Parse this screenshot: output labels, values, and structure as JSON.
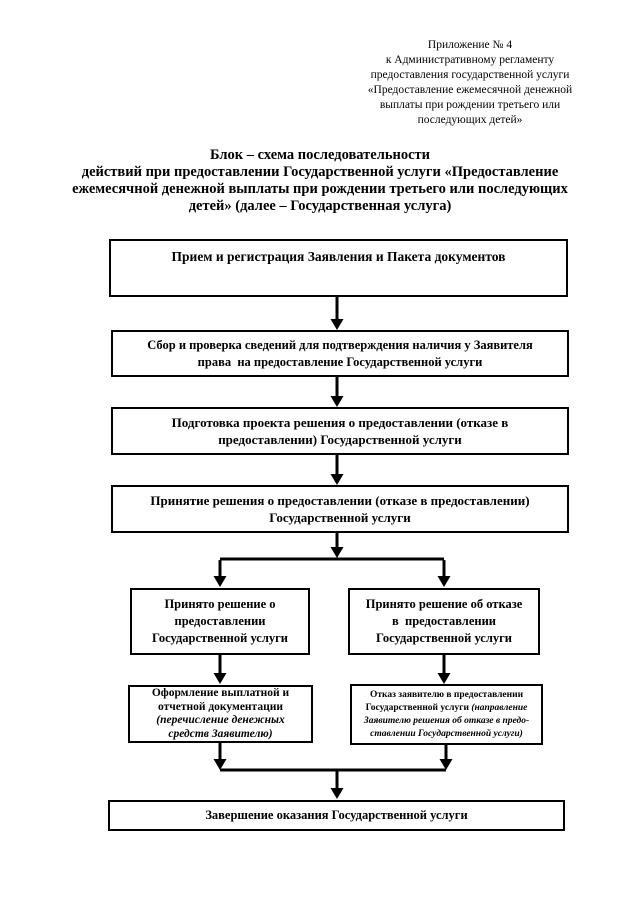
{
  "header": {
    "lines": [
      "Приложение № 4",
      "к Административному регламенту",
      "предоставления государственной услуги",
      "«Предоставление ежемесячной денежной",
      "выплаты при рождении третьего или",
      "последующих детей»"
    ]
  },
  "title": {
    "lines": [
      "Блок – схема последовательности",
      "действий при предоставлении Государственной услуги «Предоставление",
      "ежемесячной денежной выплаты при рождении третьего или последующих",
      "детей» (далее – Государственная услуга)"
    ]
  },
  "flowchart": {
    "reception": {
      "text": "Прием и регистрация Заявления и Пакета документов"
    },
    "verification": {
      "lines": [
        "Сбор и проверка сведений для подтверждения наличия у Заявителя",
        "права  на предоставление Государственной услуги"
      ]
    },
    "draft_decision": {
      "lines": [
        "Подготовка проекта решения о предоставлении (отказе в",
        "предоставлении) Государственной услуги"
      ]
    },
    "decision": {
      "lines": [
        "Принятие решения о предоставлении (отказе в предоставлении)",
        "Государственной услуги"
      ]
    },
    "approved": {
      "lines": [
        "Принято решение о",
        "предоставлении",
        "Государственной услуги"
      ]
    },
    "refused": {
      "lines": [
        "Принято решение об отказе",
        "в  предоставлении",
        "Государственной услуги"
      ]
    },
    "payout": {
      "lines_bold": [
        "Оформление выплатной и",
        "отчетной документации"
      ],
      "lines_italic": [
        "(перечисление денежных",
        "средств Заявителю)"
      ]
    },
    "refusal_notice": {
      "line1": "Отказ заявителю в предоставлении",
      "line2_bold": "Государственной услуги ",
      "line2_italic": "(направление",
      "line3": "Заявителю решения об отказе в предо-",
      "line4": "ставлении Государственной услуги)"
    },
    "completion": {
      "text": "Завершение оказания Государственной услуги"
    }
  },
  "colors": {
    "ink": "#000000",
    "paper": "#ffffff"
  }
}
